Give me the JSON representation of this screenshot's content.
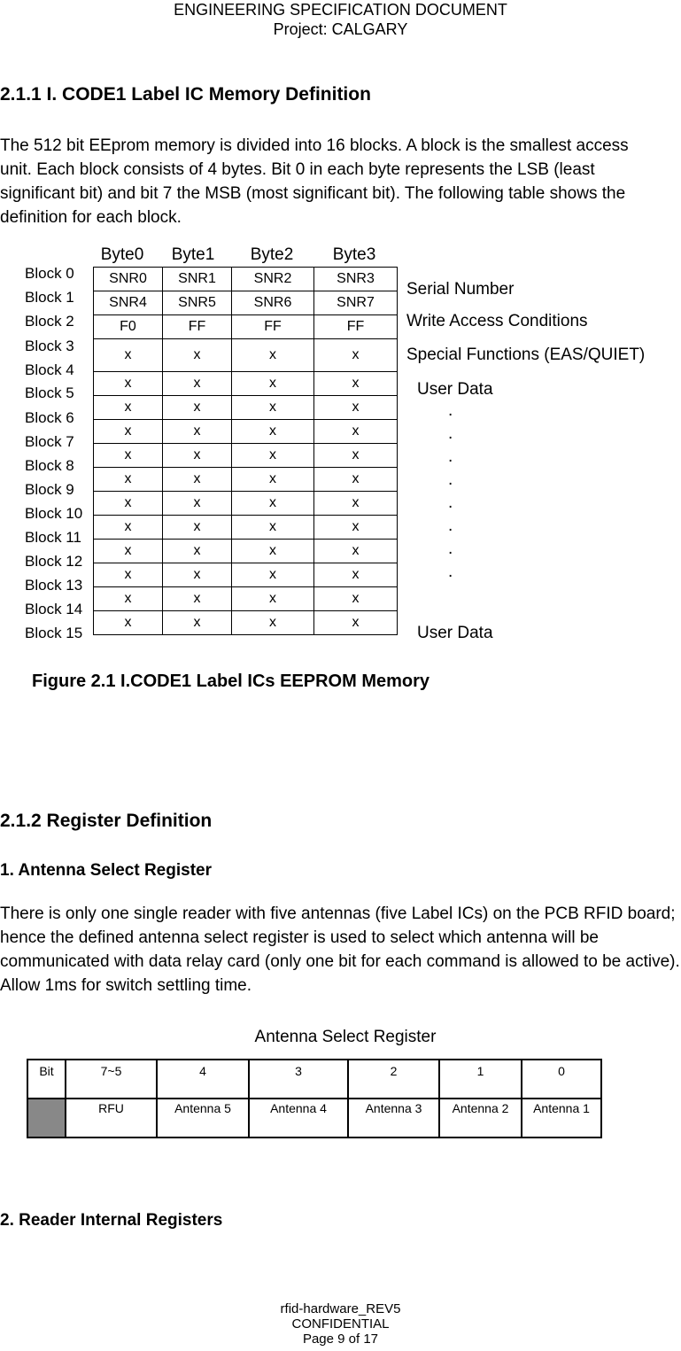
{
  "header": {
    "line1": "ENGINEERING SPECIFICATION DOCUMENT",
    "line2": "Project: CALGARY"
  },
  "section_211": {
    "title": "2.1.1 I. CODE1 Label IC Memory Definition",
    "paragraph": "The 512 bit EEprom memory is divided into 16 blocks.  A block is the smallest access unit. Each block consists of 4 bytes. Bit 0 in each byte represents the LSB (least significant bit) and bit 7 the MSB (most significant bit). The following table shows the definition for each block."
  },
  "memory_figure": {
    "byte_headers": [
      "Byte0",
      "Byte1",
      "Byte2",
      "Byte3"
    ],
    "blocks": [
      "Block 0",
      "Block 1",
      "Block 2",
      "Block 3",
      "Block 4",
      "Block 5",
      "Block 6",
      "Block 7",
      "Block 8",
      "Block 9",
      "Block 10",
      "Block 11",
      "Block 12",
      "Block 13",
      "Block 14",
      "Block 15"
    ],
    "rows": [
      [
        "SNR0",
        "SNR1",
        "SNR2",
        "SNR3"
      ],
      [
        "SNR4",
        "SNR5",
        "SNR6",
        "SNR7"
      ],
      [
        "F0",
        "FF",
        "FF",
        "FF"
      ],
      [
        "x",
        "x",
        "x",
        "x"
      ],
      [
        "x",
        "x",
        "x",
        "x"
      ],
      [
        "x",
        "x",
        "x",
        "x"
      ],
      [
        "x",
        "x",
        "x",
        "x"
      ],
      [
        "x",
        "x",
        "x",
        "x"
      ],
      [
        "x",
        "x",
        "x",
        "x"
      ],
      [
        "x",
        "x",
        "x",
        "x"
      ],
      [
        "x",
        "x",
        "x",
        "x"
      ],
      [
        "x",
        "x",
        "x",
        "x"
      ],
      [
        "x",
        "x",
        "x",
        "x"
      ],
      [
        "x",
        "x",
        "x",
        "x"
      ],
      [
        "x",
        "x",
        "x",
        "x"
      ]
    ],
    "descriptions": {
      "serial": "Serial Number",
      "write": "Write Access Conditions",
      "special": "Special Functions (EAS/QUIET)",
      "user_top": "User Data",
      "user_bottom": "User Data"
    },
    "dots": [
      ".",
      ".",
      ".",
      ".",
      ".",
      ".",
      ".",
      "."
    ],
    "caption": "Figure 2.1 I.CODE1 Label ICs EEPROM Memory"
  },
  "section_212": {
    "title": "2.1.2 Register Definition",
    "subtitle": "1.  Antenna Select Register",
    "paragraph": "There is only one single reader with five antennas (five Label ICs) on the PCB RFID board; hence the defined antenna select register is used to select which antenna will be communicated with data relay card (only one bit for each command is allowed to be active). Allow 1ms for switch settling time."
  },
  "antenna_register": {
    "title": "Antenna Select Register",
    "bit_row": [
      "Bit",
      "7~5",
      "4",
      "3",
      "2",
      "1",
      "0"
    ],
    "value_row": [
      "",
      "RFU",
      "Antenna 5",
      "Antenna 4",
      "Antenna 3",
      "Antenna 2",
      "Antenna 1"
    ]
  },
  "section_2": {
    "title": "2. Reader Internal Registers"
  },
  "footer": {
    "line1": "rfid-hardware_REV5",
    "line2": "CONFIDENTIAL",
    "line3": "Page 9 of 17"
  }
}
